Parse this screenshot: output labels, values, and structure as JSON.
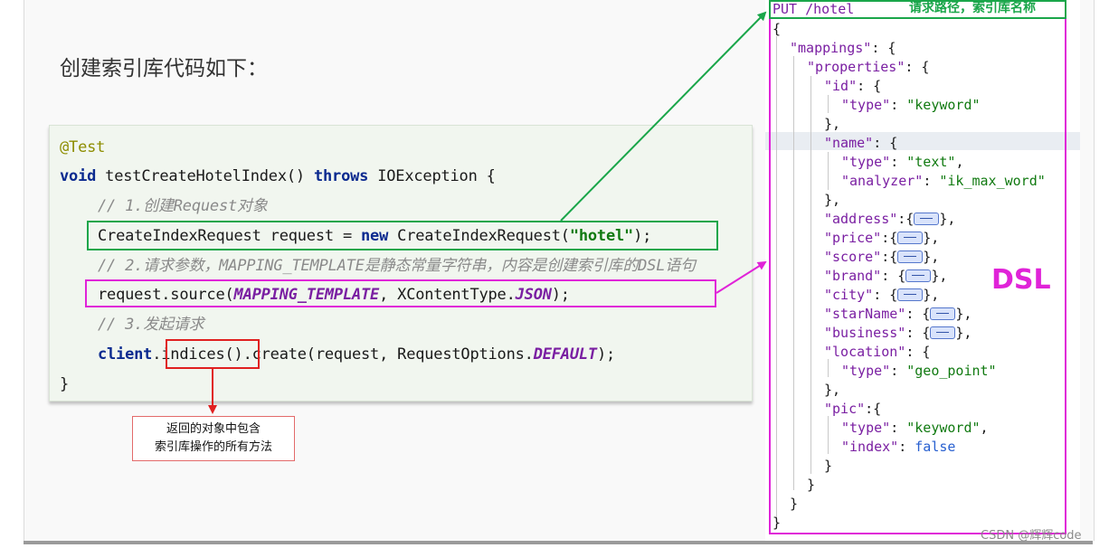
{
  "heading": "创建索引库代码如下：",
  "code": {
    "annotation": "@Test",
    "kw_void": "void",
    "method_sig": " testCreateHotelIndex() ",
    "kw_throws": "throws",
    "exception": " IOException {",
    "comment1": "// 1.创建Request对象",
    "line3_a": "CreateIndexRequest request = ",
    "kw_new": "new",
    "line3_b": " CreateIndexRequest(",
    "line3_str": "\"hotel\"",
    "line3_c": ");",
    "comment2": "// 2.请求参数，MAPPING_TEMPLATE是静态常量字符串，内容是创建索引库的DSL语句",
    "line5_a": "request.source(",
    "line5_field": "MAPPING_TEMPLATE",
    "line5_b": ", XContentType.",
    "line5_json": "JSON",
    "line5_c": ");",
    "comment3": "// 3.发起请求",
    "line7_client": "client",
    "line7_a": ".indices().create(request, RequestOptions.",
    "line7_default": "DEFAULT",
    "line7_c": ");",
    "close": "}"
  },
  "note": {
    "line1": "返回的对象中包含",
    "line2": "索引库操作的所有方法"
  },
  "dsl": {
    "request_line": "PUT /hotel",
    "request_label": "请求路径，索引库名称",
    "big_label": "DSL",
    "lines": {
      "l01": "{",
      "l02_k": "\"mappings\"",
      "l02_p": ": {",
      "l03_k": "\"properties\"",
      "l03_p": ": {",
      "l04_k": "\"id\"",
      "l04_p": ": {",
      "l05_k": "\"type\"",
      "l05_s": "\"keyword\"",
      "l06": "},",
      "l07_k": "\"name\"",
      "l07_p": ": {",
      "l08_k": "\"type\"",
      "l08_s": "\"text\"",
      "l09_k": "\"analyzer\"",
      "l09_s": "\"ik_max_word\"",
      "l10": "},",
      "l11_k": "\"address\"",
      "l12_k": "\"price\"",
      "l13_k": "\"score\"",
      "l14_k": "\"brand\"",
      "l15_k": "\"city\"",
      "l16_k": "\"starName\"",
      "l17_k": "\"business\"",
      "l18_k": "\"location\"",
      "l18_p": ": {",
      "l19_k": "\"type\"",
      "l19_s": "\"geo_point\"",
      "l20": "},",
      "l21_k": "\"pic\"",
      "l21_p": ":{",
      "l22_k": "\"type\"",
      "l22_s": "\"keyword\"",
      "l23_k": "\"index\"",
      "l23_b": "false",
      "l24": "}",
      "l25": "}",
      "l26": "}",
      "l27": "}"
    }
  },
  "watermark": "CSDN @辉辉code",
  "colors": {
    "green": "#1aa64a",
    "magenta": "#e023d8",
    "red": "#e02020",
    "code_bg": "#f1f6ef"
  }
}
